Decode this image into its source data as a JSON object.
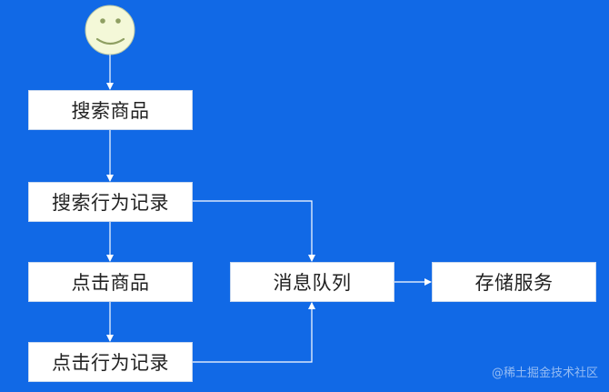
{
  "diagram": {
    "nodes": {
      "search_goods": "搜索商品",
      "search_record": "搜索行为记录",
      "click_goods": "点击商品",
      "click_record": "点击行为记录",
      "message_queue": "消息队列",
      "storage_service": "存储服务"
    },
    "start_icon": "smiley-face-icon",
    "colors": {
      "background": "#1169e6",
      "box": "#ffffff",
      "arrow": "#ffffff",
      "smiley_fill": "#f4f8d8"
    }
  },
  "watermark": "@稀土掘金技术社区"
}
